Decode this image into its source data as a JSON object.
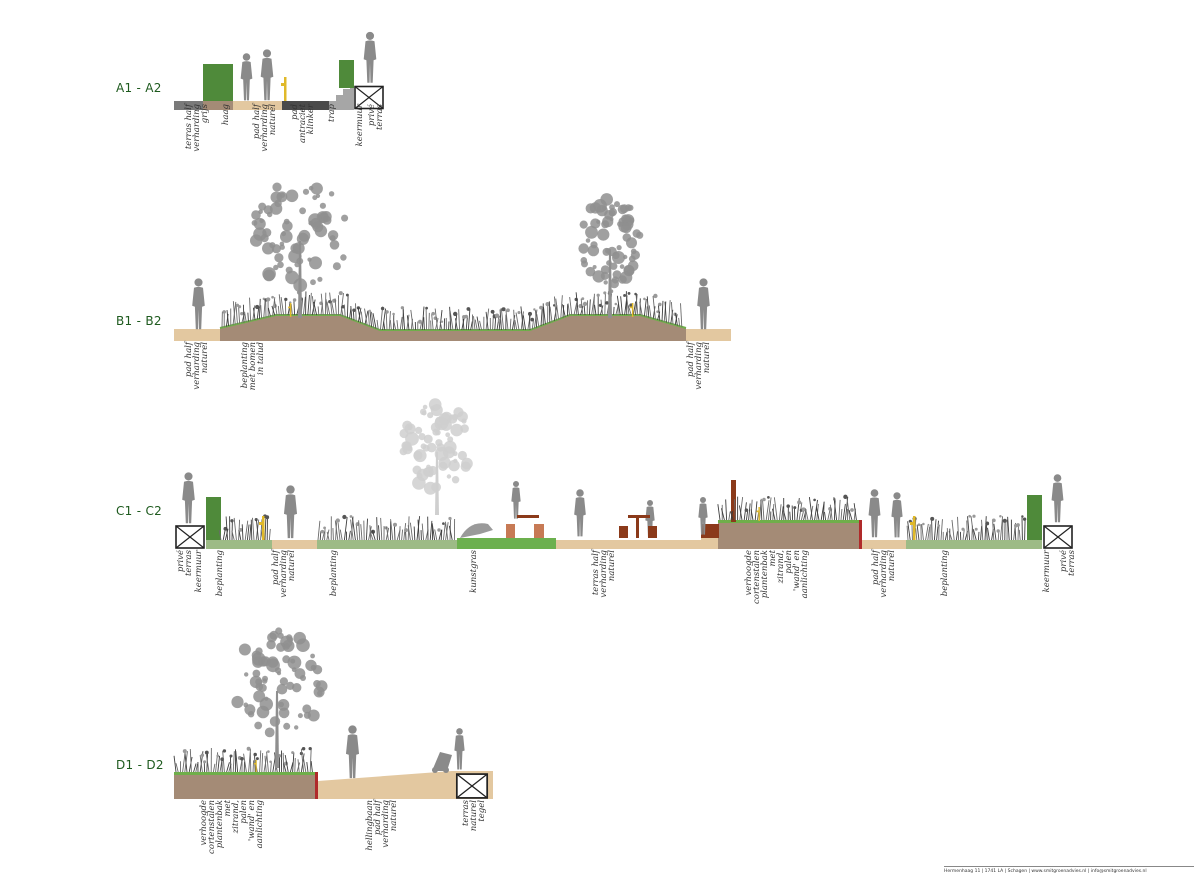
{
  "sections": [
    {
      "id": "A",
      "label": "A1 - A2",
      "zones": [
        "terras half verharding grijs",
        "haag",
        "pad half verharding naturel",
        "pad antraciet klinker",
        "trap",
        "keermuur",
        "privé terras"
      ]
    },
    {
      "id": "B",
      "label": "B1 - B2",
      "zones": [
        "pad half verharding naturel",
        "beplanting met bomen in talud",
        "pad half verharding naturel"
      ]
    },
    {
      "id": "C",
      "label": "C1 - C2",
      "zones": [
        "privé terras",
        "keermuur",
        "beplanting",
        "pad half verharding naturel",
        "beplanting",
        "kunstgras",
        "terras half verharding naturel",
        "verhoogde cortenstalen plantenbak met zitrand, palen 'wand' en aanlichting",
        "pad half verharding naturel",
        "beplanting",
        "keermuur",
        "privé terras"
      ]
    },
    {
      "id": "D",
      "label": "D1 - D2",
      "zones": [
        "verhoogde cortenstalen plantenbak met zitrand, palen 'wand' en aanlichting",
        "hellingbaan pad half verharding naturel",
        "terras naturel tegel"
      ]
    }
  ],
  "footer": "Hermenhaag 11  |  1741 LA  |  Schagen  |  www.smitgroenadvies.nl  |  info@smitgroenadvies.nl",
  "colors": {
    "label_green": "#1e5a1e",
    "hedge": "#4f8a3a",
    "earth": "#a48b76",
    "path_naturel": "#e3c8a0",
    "grass_strip": "#9dbb86",
    "kunstgras": "#6cb04e",
    "corten": "#8b3a1a",
    "figure": "#8a8a8a",
    "tree": "#9a9a9a",
    "light_post": "#e0b92a"
  }
}
